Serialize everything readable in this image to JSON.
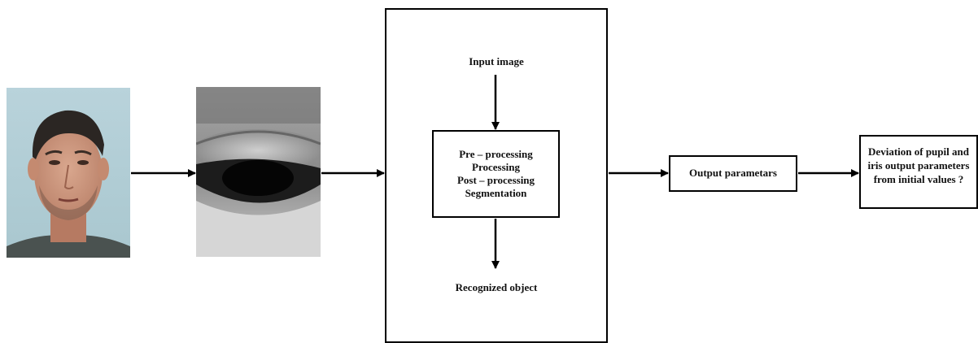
{
  "diagram": {
    "input_label": "Input image",
    "process_lines": [
      "Pre – processing",
      "Processing",
      "Post – processing",
      "Segmentation"
    ],
    "output_label": "Recognized object",
    "output_params_label": "Output parametars",
    "question_lines": [
      "Deviation of pupil and",
      "iris output parameters",
      "from initial values ?"
    ]
  }
}
